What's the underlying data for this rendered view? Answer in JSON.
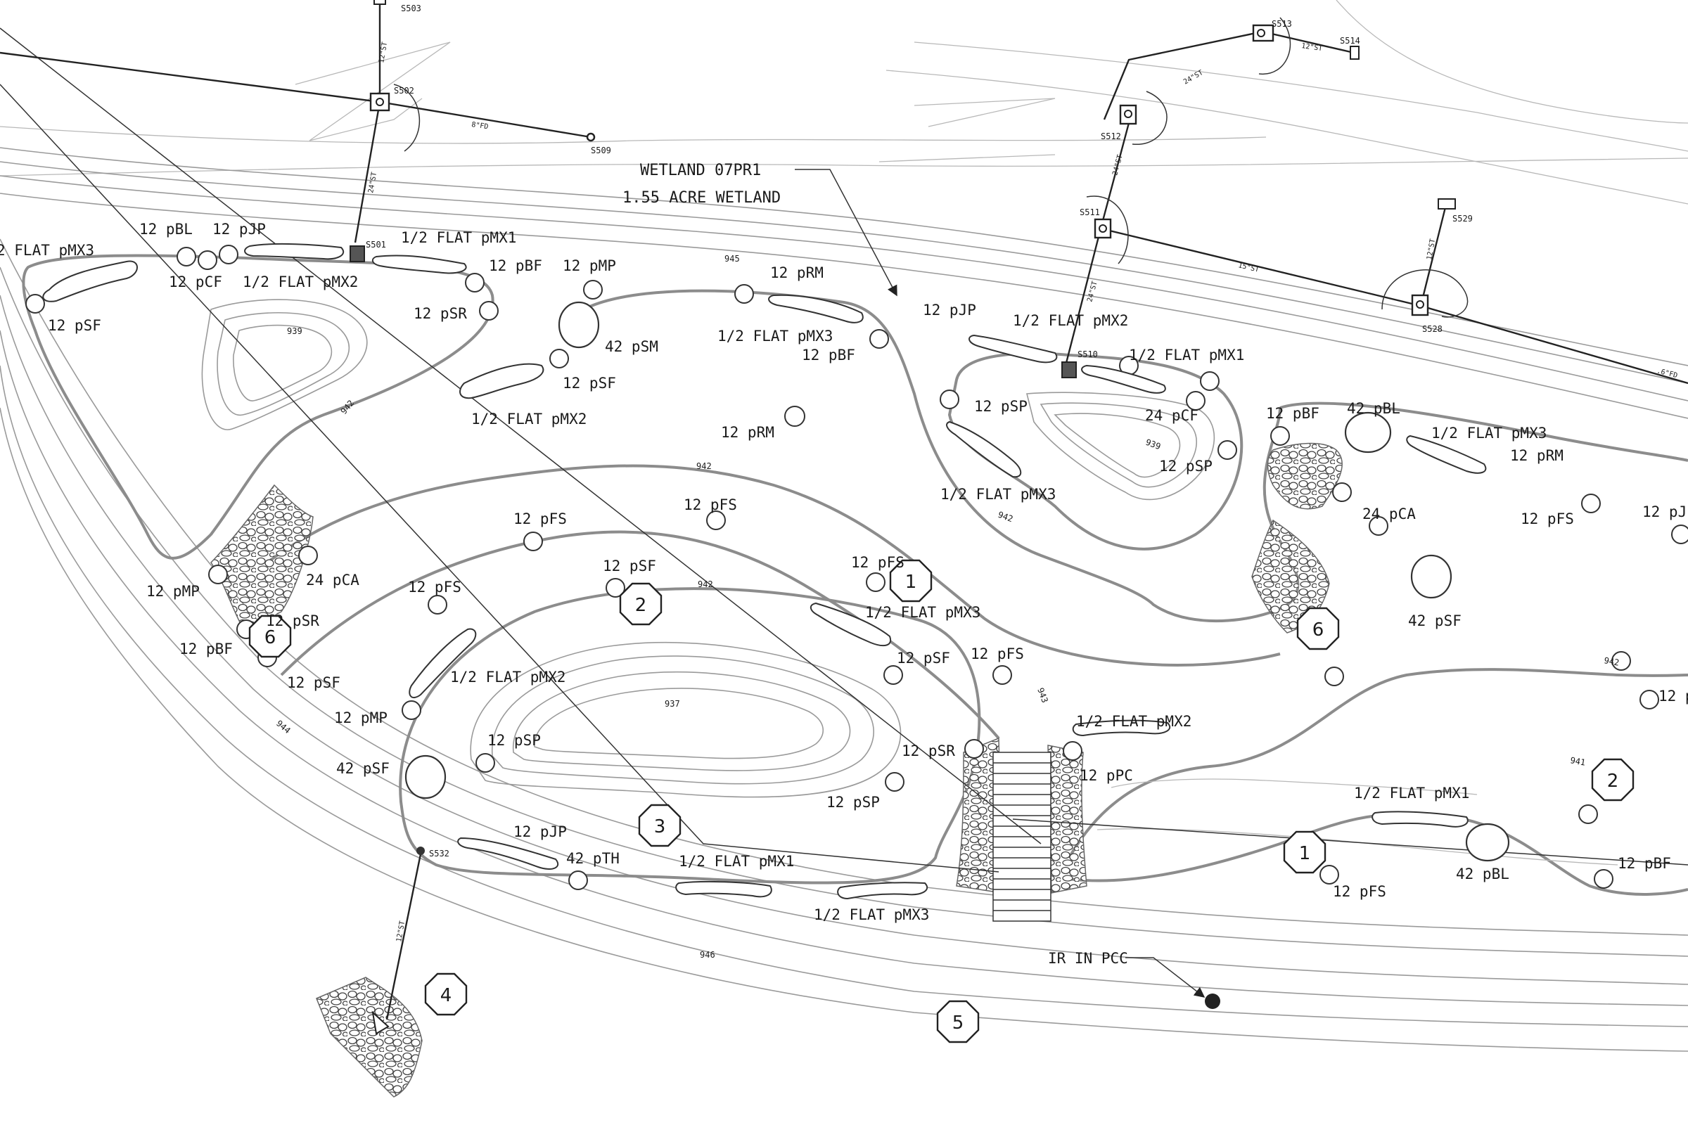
{
  "wetland": {
    "name": "WETLAND 07PR1",
    "area": "1.55 ACRE WETLAND"
  },
  "annotation": "IR IN PCC",
  "colors": {
    "line": "#222222",
    "contour": "#9a9a9a",
    "background": "#ffffff"
  },
  "structures": [
    "S503",
    "S502",
    "S509",
    "S513",
    "S514",
    "S512",
    "S511",
    "S529",
    "S528",
    "S501",
    "S510",
    "S532"
  ],
  "pipes": [
    "12\"ST",
    "8\"FD",
    "24\"ST",
    "12\"ST",
    "24\"ST",
    "24\"ST",
    "24\"ST",
    "15\"ST",
    "12\"ST",
    ".6\"FD",
    "12\"ST"
  ],
  "contours": [
    "939",
    "942",
    "945",
    "942",
    "939",
    "942",
    "942",
    "937",
    "943",
    "942",
    "941",
    "944",
    "946"
  ],
  "keynotes": [
    "1",
    "2",
    "6",
    "3",
    "4",
    "5",
    "6",
    "1",
    "2"
  ],
  "labels": [
    "2 FLAT pMX3",
    "12 pBL",
    "12 pJP",
    "1/2 FLAT pMX1",
    "12 pBF",
    "12 pMP",
    "12 pCF",
    "1/2 FLAT pMX2",
    "12 pSR",
    "12 pSF",
    "42 pSM",
    "1/2 FLAT pMX3",
    "12 pBF",
    "12 pSF",
    "1/2 FLAT pMX2",
    "12 pRM",
    "12 pRM",
    "12 pJP",
    "1/2 FLAT pMX2",
    "1/2 FLAT pMX1",
    "12 pSP",
    "24 pCF",
    "12 pBF",
    "42 pBL",
    "1/2 FLAT pMX3",
    "12 pRM",
    "12 pSP",
    "1/2 FLAT pMX3",
    "24 pCA",
    "12 pFS",
    "12 pJ",
    "12 pFS",
    "12 pFS",
    "12 pSF",
    "12 pFS",
    "12 pMP",
    "24 pCA",
    "12 pFS",
    "12 pSR",
    "12 pBF",
    "12 pSF",
    "1/2 FLAT pMX3",
    "12 pSF",
    "12 pFS",
    "1/2 FLAT pMX2",
    "42 pSF",
    "12 pMP",
    "12 pP",
    "1/2 FLAT pMX2",
    "12 pSP",
    "12 pSR",
    "42 pSF",
    "12 pPC",
    "12 pSP",
    "1/2 FLAT pMX1",
    "12 pJP",
    "42 pTH",
    "1/2 FLAT pMX1",
    "42 pBL",
    "12 pBF",
    "12 pFS",
    "1/2 FLAT pMX3"
  ]
}
